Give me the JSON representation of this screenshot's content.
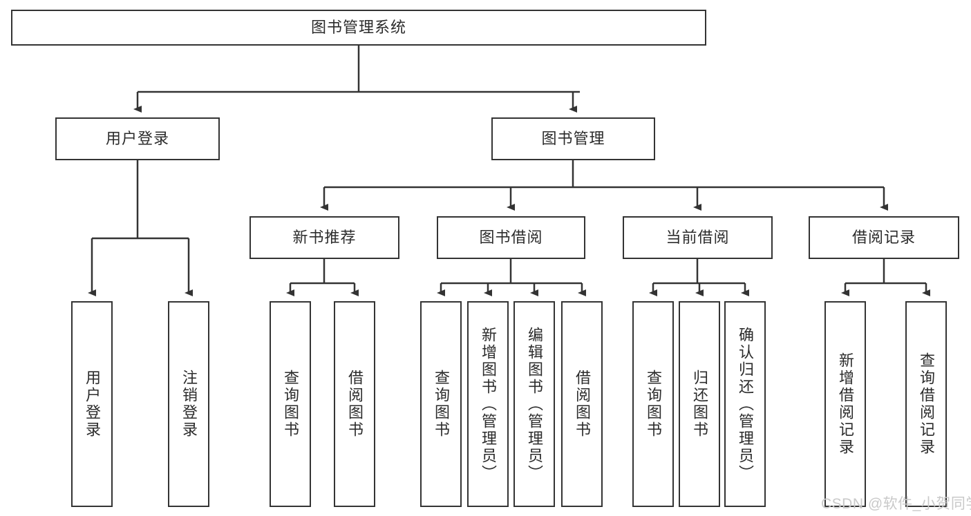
{
  "diagram": {
    "type": "hierarchy-tree",
    "title": "图书管理系统",
    "root": {
      "label": "图书管理系统"
    },
    "level2": [
      {
        "label": "用户登录"
      },
      {
        "label": "图书管理"
      }
    ],
    "level3": [
      {
        "label": "新书推荐"
      },
      {
        "label": "图书借阅"
      },
      {
        "label": "当前借阅"
      },
      {
        "label": "借阅记录"
      }
    ],
    "leaves": {
      "user_login": [
        {
          "label": "用户登录"
        },
        {
          "label": "注销登录"
        }
      ],
      "new_book_recommend": [
        {
          "label": "查询图书"
        },
        {
          "label": "借阅图书"
        }
      ],
      "book_borrow": [
        {
          "label": "查询图书"
        },
        {
          "label": "新增图书（管理员）"
        },
        {
          "label": "编辑图书（管理员）"
        },
        {
          "label": "借阅图书"
        }
      ],
      "current_borrow": [
        {
          "label": "查询图书"
        },
        {
          "label": "归还图书"
        },
        {
          "label": "确认归还（管理员）"
        }
      ],
      "borrow_record": [
        {
          "label": "新增借阅记录"
        },
        {
          "label": "查询借阅记录"
        }
      ]
    }
  },
  "watermark": {
    "text": "CSDN @软件_小贺同学"
  },
  "colors": {
    "stroke": "#333333",
    "box_fill": "#ffffff",
    "text": "#2b2b2b",
    "watermark": "#c9c9c9"
  }
}
